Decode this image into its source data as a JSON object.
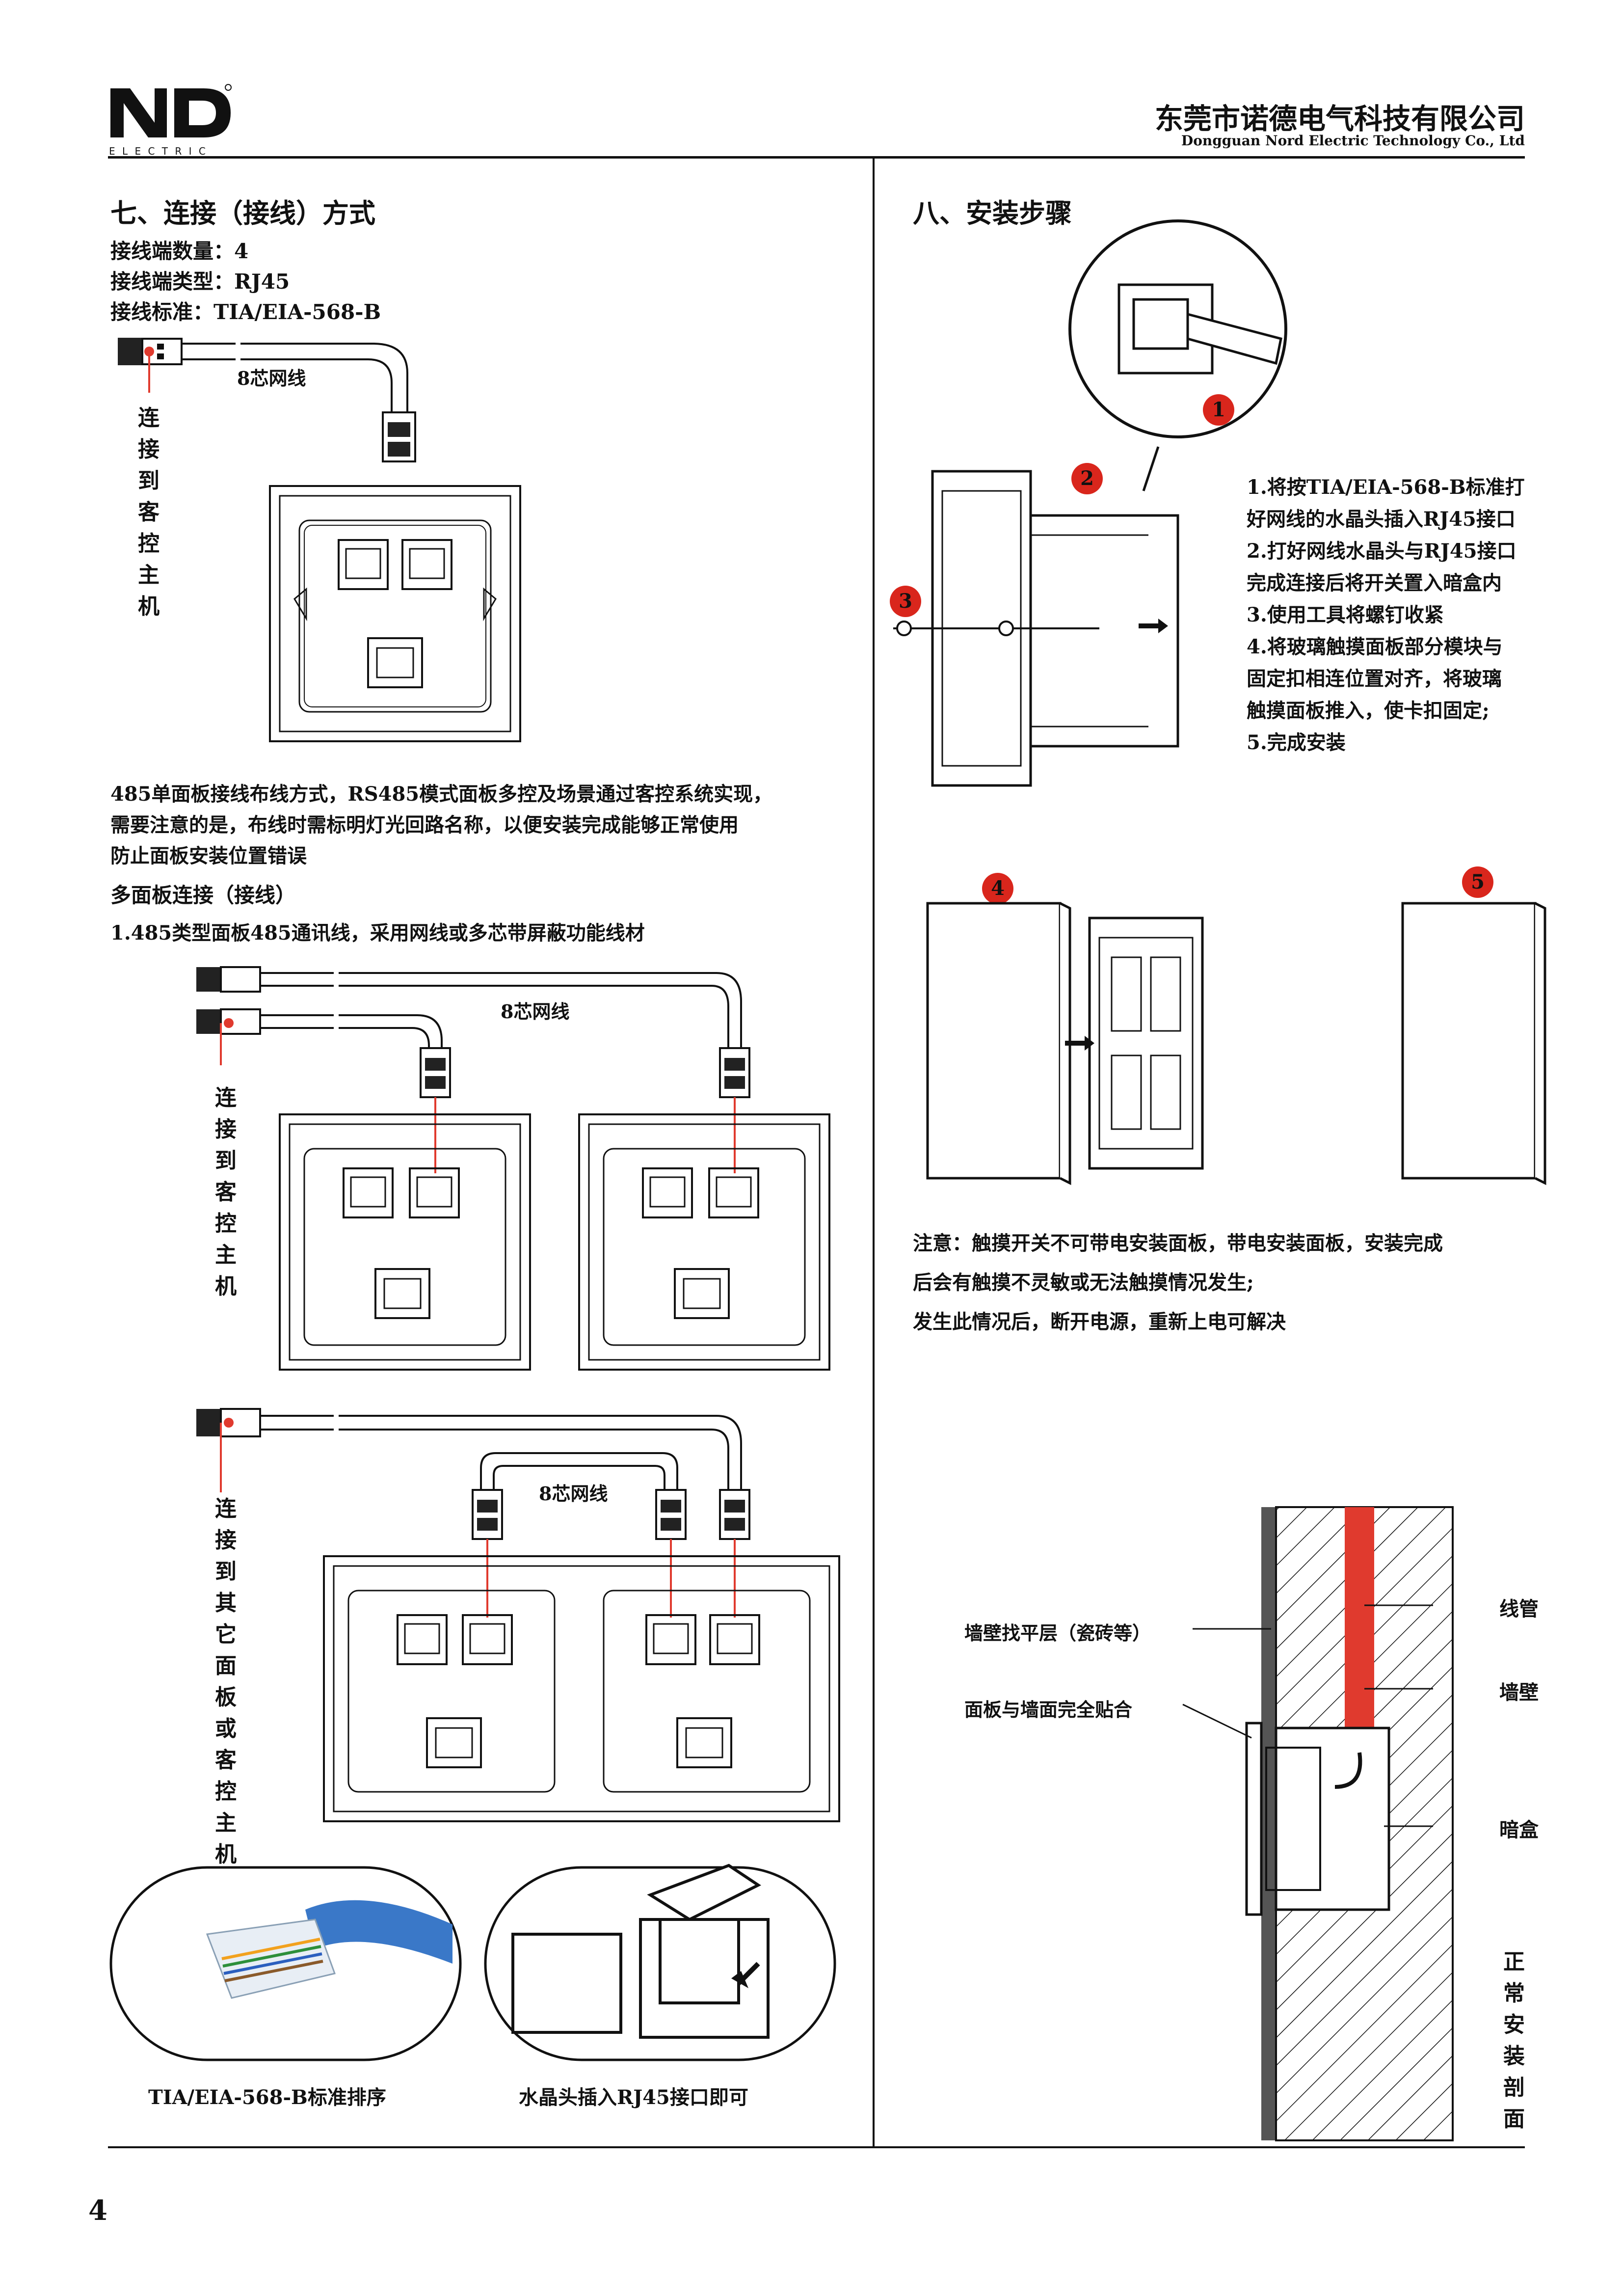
{
  "header": {
    "logo_text": "ND",
    "logo_sub": "E L E C T R I C",
    "company_cn": "东莞市诺德电气科技有限公司",
    "company_en": "Dongguan Nord Electric Technology Co., Ltd"
  },
  "left": {
    "section_title": "七、连接（接线）方式",
    "specs": [
      "接线端数量：4",
      "接线端类型：RJ45",
      "接线标准：TIA/EIA-568-B"
    ],
    "cable_label_1": "8芯网线",
    "vertical_1": [
      "连",
      "接",
      "到",
      "客",
      "控",
      "主",
      "机"
    ],
    "para": [
      "485单面板接线布线方式，RS485模式面板多控及场景通过客控系统实现，",
      "需要注意的是，布线时需标明灯光回路名称，以便安装完成能够正常使用",
      "防止面板安装位置错误"
    ],
    "multi_title": "多面板连接（接线）",
    "multi_item": "1.485类型面板485通讯线，采用网线或多芯带屏蔽功能线材",
    "cable_label_2": "8芯网线",
    "vertical_2": [
      "连",
      "接",
      "到",
      "客",
      "控",
      "主",
      "机"
    ],
    "cable_label_3": "8芯网线",
    "vertical_3": [
      "连",
      "接",
      "到",
      "其",
      "它",
      "面",
      "板",
      "或",
      "客",
      "控",
      "主",
      "机"
    ],
    "caption_1": "TIA/EIA-568-B标准排序",
    "caption_2": "水晶头插入RJ45接口即可"
  },
  "right": {
    "section_title": "八、安装步骤",
    "badges": [
      "1",
      "2",
      "3",
      "4",
      "5"
    ],
    "steps": [
      "1.将按TIA/EIA-568-B标准打",
      "好网线的水晶头插入RJ45接口",
      "2.打好网线水晶头与RJ45接口",
      "完成连接后将开关置入暗盒内",
      "3.使用工具将螺钉收紧",
      "4.将玻璃触摸面板部分模块与",
      "固定扣相连位置对齐，将玻璃",
      "触摸面板推入，使卡扣固定;",
      "5.完成安装"
    ],
    "notes": [
      "注意：触摸开关不可带电安装面板，带电安装面板，安装完成",
      "后会有触摸不灵敏或无法触摸情况发生;",
      "发生此情况后，断开电源，重新上电可解决"
    ],
    "label_wall_level": "墙壁找平层（瓷砖等）",
    "label_fit": "面板与墙面完全贴合",
    "label_conduit": "线管",
    "label_wall": "墙壁",
    "label_box": "暗盒",
    "vertical_section": [
      "正",
      "常",
      "安",
      "装",
      "剖",
      "面"
    ]
  },
  "footer": {
    "page_number": "4"
  },
  "colors": {
    "accent_red": "#e03a2e",
    "badge_red": "#d9261c",
    "line": "#111111"
  }
}
